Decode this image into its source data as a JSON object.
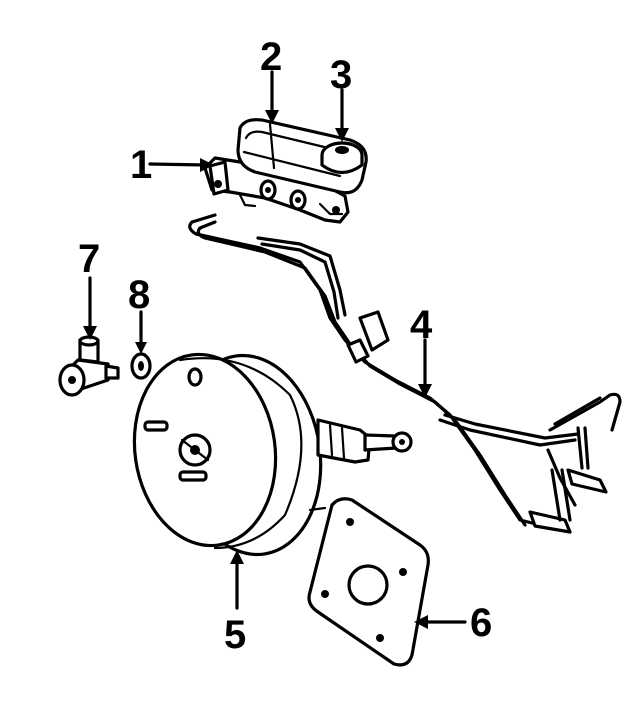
{
  "diagram": {
    "callouts": [
      {
        "id": "1",
        "label": "1"
      },
      {
        "id": "2",
        "label": "2"
      },
      {
        "id": "3",
        "label": "3"
      },
      {
        "id": "4",
        "label": "4"
      },
      {
        "id": "5",
        "label": "5"
      },
      {
        "id": "6",
        "label": "6"
      },
      {
        "id": "7",
        "label": "7"
      },
      {
        "id": "8",
        "label": "8"
      }
    ],
    "parts": [
      {
        "callout": "1",
        "icon": "master-cylinder-icon"
      },
      {
        "callout": "2",
        "icon": "reservoir-icon"
      },
      {
        "callout": "3",
        "icon": "reservoir-cap-icon"
      },
      {
        "callout": "4",
        "icon": "brake-lines-icon"
      },
      {
        "callout": "5",
        "icon": "power-brake-booster-icon"
      },
      {
        "callout": "6",
        "icon": "booster-gasket-icon"
      },
      {
        "callout": "7",
        "icon": "vacuum-check-valve-icon"
      },
      {
        "callout": "8",
        "icon": "grommet-icon"
      }
    ]
  }
}
